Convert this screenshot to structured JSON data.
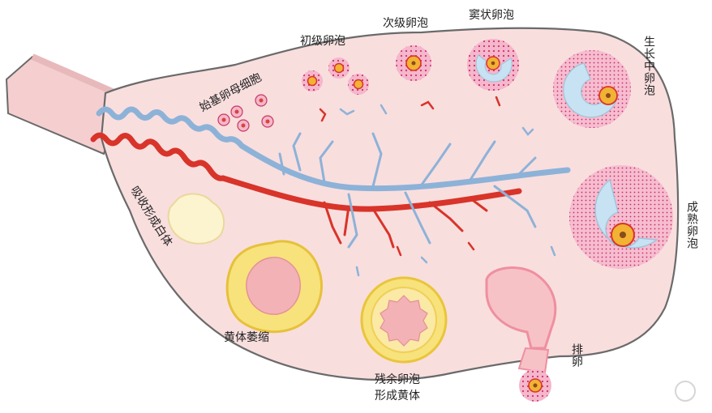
{
  "labels": {
    "primordial": "始基卵母细胞",
    "primary": "初级卵泡",
    "secondary": "次级卵泡",
    "antral": "窦状卵泡",
    "growing": "生长中卵泡",
    "mature": "成熟卵泡",
    "ovulation": "排卵",
    "corpus_luteum_line1": "残余卵泡",
    "corpus_luteum_line2": "形成黄体",
    "atrophy": "黄体萎缩",
    "albicans": "吸收形成白体"
  },
  "watermark": "",
  "colors": {
    "ovary_fill": "#f9dede",
    "ovary_outline": "#6a6a6a",
    "artery": "#d8342a",
    "vein": "#8db2d8",
    "follicle_pink": "#f2a6c0",
    "follicle_dot": "#d0306c",
    "antrum": "#c7e2f2",
    "oocyte": "#f2b233",
    "luteum_yellow": "#f7e27c",
    "luteum_center": "#f3b2b6"
  }
}
